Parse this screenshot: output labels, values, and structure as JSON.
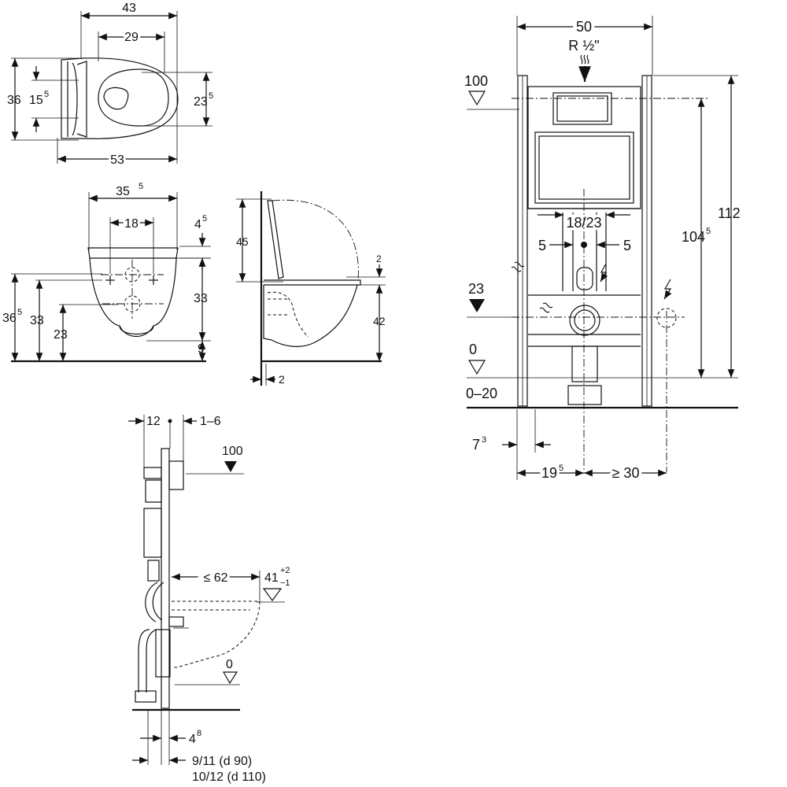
{
  "top_view": {
    "width_outer": "43",
    "width_inner": "29",
    "height_total": "36",
    "height_inner_main": "15",
    "height_inner_sup": "5",
    "seat_height_main": "23",
    "seat_height_sup": "5",
    "length": "53"
  },
  "front_view": {
    "width_main": "35",
    "width_sup": "5",
    "bolt_spacing": "18",
    "top_offset_main": "4",
    "top_offset_sup": "5",
    "h_total_main": "36",
    "h_total_sup": "5",
    "h_33_left": "33",
    "h_23": "23",
    "h_33_right": "33",
    "h_9": "9"
  },
  "side_view": {
    "height_45": "45",
    "gap_2_top": "2",
    "height_42": "42",
    "gap_2_bottom": "2"
  },
  "frame_view": {
    "width": "50",
    "supply": "R ½\"",
    "level_100": "100",
    "spacing_18_23": "18/23",
    "left_5": "5",
    "right_5": "5",
    "level_23": "23",
    "level_0": "0",
    "range_0_20": "0–20",
    "height_112": "112",
    "height_104_main": "104",
    "height_104_sup": "5",
    "offset_7_main": "7",
    "offset_7_sup": "3",
    "offset_19_main": "19",
    "offset_19_sup": "5",
    "offset_30": "≥ 30"
  },
  "section_view": {
    "dim_12": "12",
    "dim_1_6": "1–6",
    "level_100": "100",
    "depth_62": "≤ 62",
    "height_41": "41",
    "tol_plus": "+2",
    "tol_minus": "−1",
    "level_0": "0",
    "dim_4_main": "4",
    "dim_4_sup": "8",
    "dim_9_11": "9/11   (d 90)",
    "dim_10_12": "10/12 (d 110)"
  }
}
